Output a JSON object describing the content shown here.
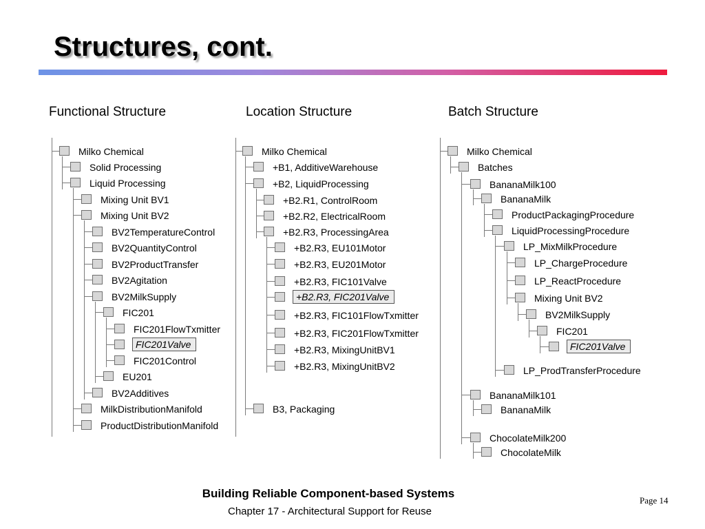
{
  "title": "Structures, cont.",
  "footer": {
    "title": "Building Reliable Component-based Systems",
    "chapter": "Chapter 17 - Architectural Support for Reuse",
    "page": "Page 14"
  },
  "columns": [
    {
      "heading": "Functional Structure",
      "nodes": [
        {
          "label": "Milko Chemical",
          "depth": 0
        },
        {
          "label": "Solid Processing",
          "depth": 1
        },
        {
          "label": "Liquid Processing",
          "depth": 1
        },
        {
          "label": "Mixing Unit BV1",
          "depth": 2
        },
        {
          "label": "Mixing Unit BV2",
          "depth": 2
        },
        {
          "label": "BV2TemperatureControl",
          "depth": 3
        },
        {
          "label": "BV2QuantityControl",
          "depth": 3
        },
        {
          "label": "BV2ProductTransfer",
          "depth": 3
        },
        {
          "label": "BV2Agitation",
          "depth": 3
        },
        {
          "label": "BV2MilkSupply",
          "depth": 3
        },
        {
          "label": "FIC201",
          "depth": 4
        },
        {
          "label": "FIC201FlowTxmitter",
          "depth": 5
        },
        {
          "label": "FIC201Valve",
          "depth": 5,
          "highlighted": true
        },
        {
          "label": "FIC201Control",
          "depth": 5
        },
        {
          "label": "EU201",
          "depth": 4
        },
        {
          "label": "BV2Additives",
          "depth": 3
        },
        {
          "label": "MilkDistributionManifold",
          "depth": 2
        },
        {
          "label": "ProductDistributionManifold",
          "depth": 2
        }
      ]
    },
    {
      "heading": "Location Structure",
      "nodes": [
        {
          "label": "Milko Chemical",
          "depth": 0
        },
        {
          "label": "+B1, AdditiveWarehouse",
          "depth": 1
        },
        {
          "label": "+B2, LiquidProcessing",
          "depth": 1
        },
        {
          "label": "+B2.R1, ControlRoom",
          "depth": 2
        },
        {
          "label": "+B2.R2, ElectricalRoom",
          "depth": 2
        },
        {
          "label": "+B2.R3, ProcessingArea",
          "depth": 2
        },
        {
          "label": "+B2.R3, EU101Motor",
          "depth": 3
        },
        {
          "label": "+B2.R3, EU201Motor",
          "depth": 3
        },
        {
          "label": "+B2.R3, FIC101Valve",
          "depth": 3
        },
        {
          "label": "+B2.R3, FIC201Valve",
          "depth": 3,
          "highlighted": true
        },
        {
          "label": "+B2.R3, FIC101FlowTxmitter",
          "depth": 3
        },
        {
          "label": "+B2.R3, FIC201FlowTxmitter",
          "depth": 3
        },
        {
          "label": "+B2.R3, MixingUnitBV1",
          "depth": 3
        },
        {
          "label": "+B2.R3, MixingUnitBV2",
          "depth": 3
        },
        {
          "label": "B3, Packaging",
          "depth": 1
        }
      ]
    },
    {
      "heading": "Batch Structure",
      "nodes": [
        {
          "label": "Milko Chemical",
          "depth": 0
        },
        {
          "label": "Batches",
          "depth": 1
        },
        {
          "label": "BananaMilk100",
          "depth": 2
        },
        {
          "label": "BananaMilk",
          "depth": 3
        },
        {
          "label": "ProductPackagingProcedure",
          "depth": 4
        },
        {
          "label": "LiquidProcessingProcedure",
          "depth": 4
        },
        {
          "label": "LP_MixMilkProcedure",
          "depth": 5
        },
        {
          "label": "LP_ChargeProcedure",
          "depth": 6
        },
        {
          "label": "LP_ReactProcedure",
          "depth": 6
        },
        {
          "label": "Mixing Unit BV2",
          "depth": 6
        },
        {
          "label": "BV2MilkSupply",
          "depth": 7
        },
        {
          "label": "FIC201",
          "depth": 8
        },
        {
          "label": "FIC201Valve",
          "depth": 9,
          "highlighted": true
        },
        {
          "label": "LP_ProdTransferProcedure",
          "depth": 5
        },
        {
          "label": "BananaMilk101",
          "depth": 2
        },
        {
          "label": "BananaMilk",
          "depth": 3
        },
        {
          "label": "ChocolateMilk200",
          "depth": 2
        },
        {
          "label": "ChocolateMilk",
          "depth": 3
        }
      ]
    }
  ]
}
